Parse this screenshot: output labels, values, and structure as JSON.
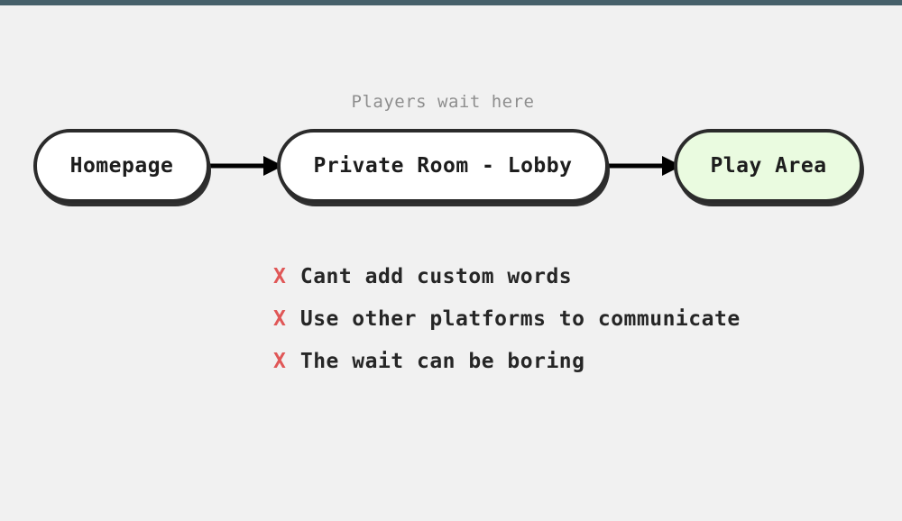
{
  "top_bar": {
    "color": "#46606a"
  },
  "canvas": {
    "background": "#f1f1f1"
  },
  "diagram": {
    "type": "flow",
    "annotation": {
      "text": "Players wait here",
      "color": "#8e8e8e",
      "attached_to": "private-room-lobby"
    },
    "nodes": [
      {
        "id": "homepage",
        "label": "Homepage",
        "fill": "#ffffff",
        "border": "#2b2b2b",
        "shape": "stadium"
      },
      {
        "id": "private-room-lobby",
        "label": "Private Room - Lobby",
        "fill": "#ffffff",
        "border": "#2b2b2b",
        "shape": "stadium"
      },
      {
        "id": "play-area",
        "label": "Play Area",
        "fill": "#eafbe0",
        "border": "#2b2b2b",
        "shape": "stadium"
      }
    ],
    "edges": [
      {
        "id": "edge-1",
        "from": "homepage",
        "to": "private-room-lobby",
        "style": "solid-arrow",
        "color": "#000000"
      },
      {
        "id": "edge-2",
        "from": "private-room-lobby",
        "to": "play-area",
        "style": "solid-arrow",
        "color": "#000000"
      }
    ]
  },
  "pain_points": {
    "marker": "X",
    "marker_color": "#e05757",
    "text_color": "#262626",
    "items": [
      {
        "text": "Cant add custom words"
      },
      {
        "text": "Use other platforms to communicate"
      },
      {
        "text": "The wait can be boring"
      }
    ]
  }
}
